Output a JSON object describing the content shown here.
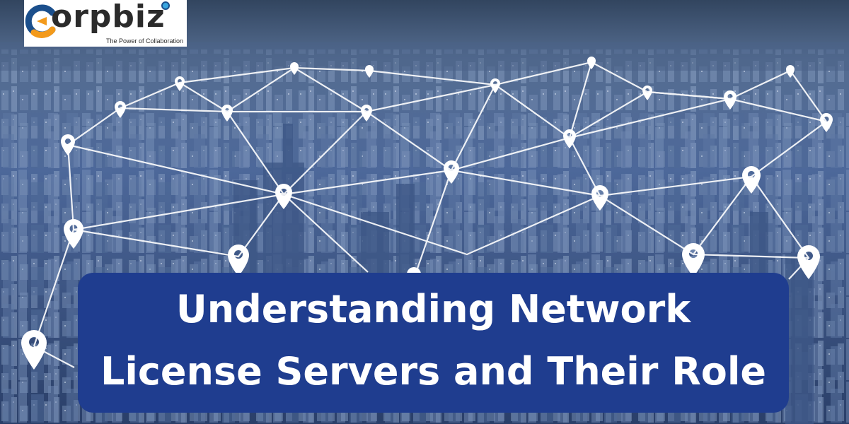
{
  "logo": {
    "brand": "Corpbiz",
    "wordmark": "orpbiz",
    "tagline": "The Power of Collaboration"
  },
  "headline": {
    "line1": "Understanding Network",
    "line2": "License Servers and Their Role"
  },
  "colors": {
    "title_box": "#1f3d8f",
    "title_text": "#ffffff",
    "network_lines": "#ffffff",
    "logo_accent_orange": "#f39a1b",
    "logo_accent_blue": "#1b4f8c"
  },
  "icons": [
    "location-pin-icon",
    "network-line"
  ]
}
